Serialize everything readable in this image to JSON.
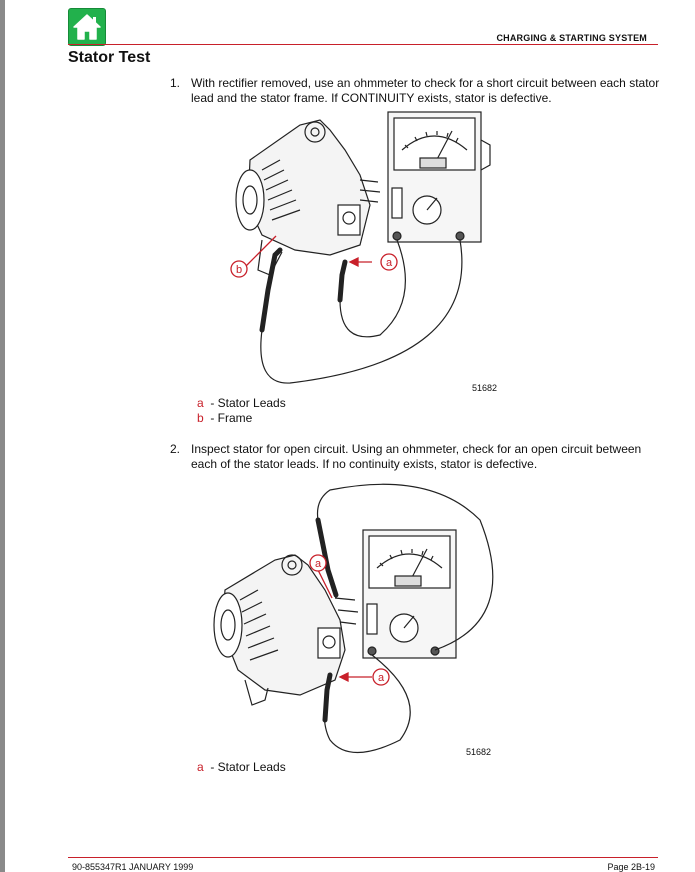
{
  "header": {
    "section": "CHARGING & STARTING SYSTEM",
    "title": "Stator Test"
  },
  "steps": [
    {
      "number": "1.",
      "text": "With rectifier removed, use an ohmmeter to check for a short circuit between each stator lead and the stator frame. If CONTINUITY exists, stator is defective."
    },
    {
      "number": "2.",
      "text": "Inspect stator for open circuit. Using an ohmmeter, check for an open circuit between each of the stator leads. If no continuity exists, stator is defective."
    }
  ],
  "figure1": {
    "code": "51682",
    "callouts": [
      "a",
      "b"
    ],
    "legend": [
      {
        "letter": "a",
        "label": "- Stator Leads"
      },
      {
        "letter": "b",
        "label": "- Frame"
      }
    ]
  },
  "figure2": {
    "code": "51682",
    "callouts": [
      "a",
      "a"
    ],
    "legend": [
      {
        "letter": "a",
        "label": "- Stator Leads"
      }
    ]
  },
  "footer": {
    "doc": "90-855347R1   JANUARY 1999",
    "page": "Page 2B-19"
  },
  "colors": {
    "accent": "#c8202a",
    "home": "#22b14c"
  },
  "icons": {
    "home": "home-icon"
  }
}
